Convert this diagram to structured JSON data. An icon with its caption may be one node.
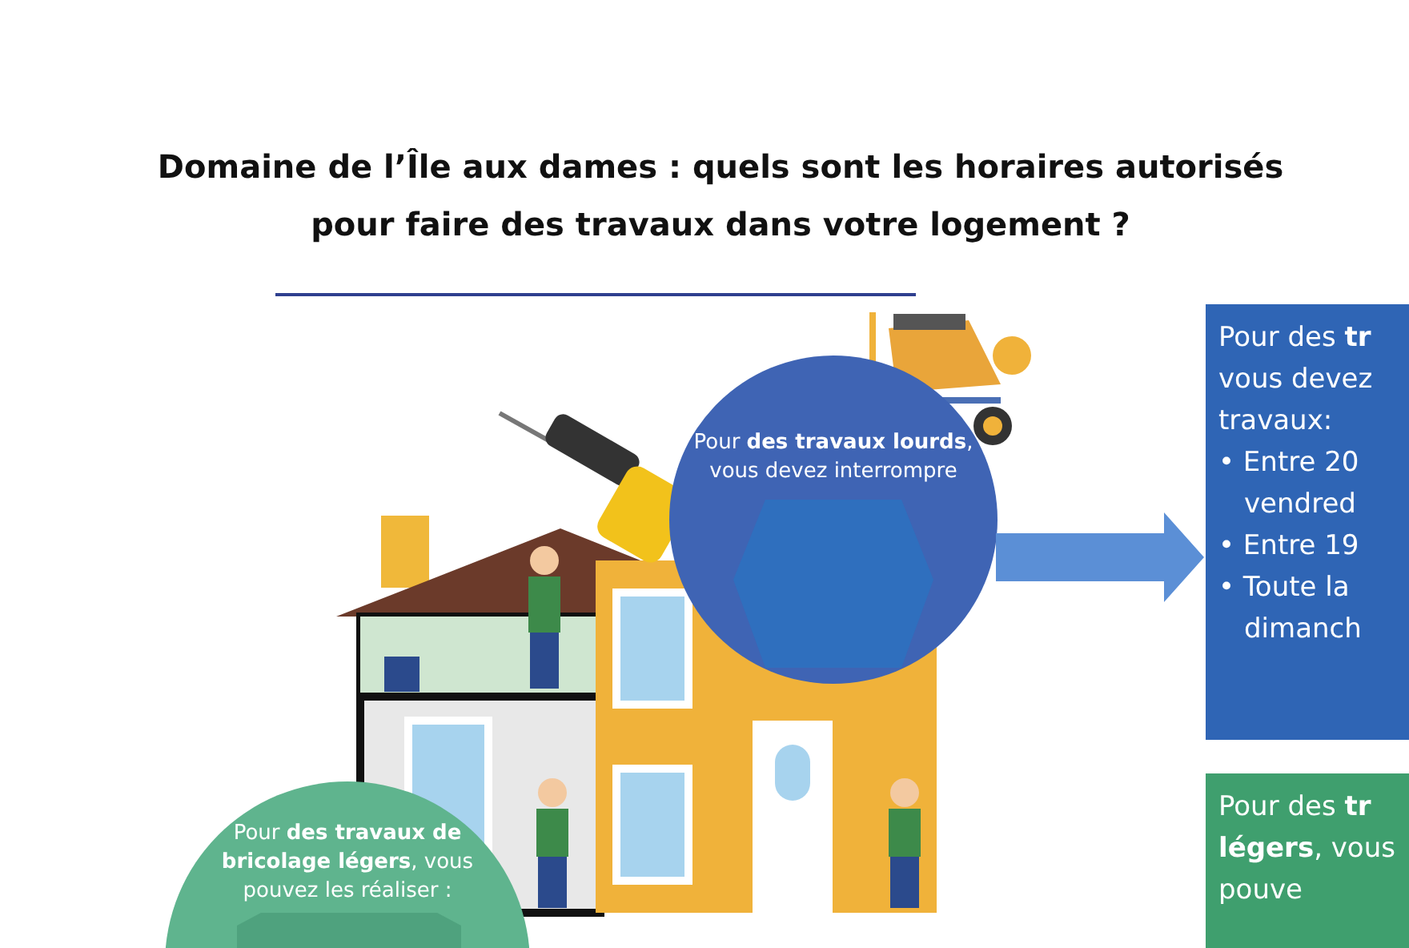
{
  "diagram": {
    "title": "Domaine de l’Île aux dames : quels sont les horaires autorisés pour faire des travaux dans votre logement ?",
    "nodes": [
      {
        "text": [
          "Pour **des travaux lourds**, vous devez interrompre"
        ]
      },
      {
        "text": [
          "Pour des **tr** vous devez travaux:",
          "• Entre 20 vendred",
          "• Entre 19",
          "• Toute la dimanch"
        ]
      },
      {
        "text": [
          "Pour **des travaux de bricolage légers**, vous pouvez les réaliser :"
        ]
      },
      {
        "text": [
          "Pour des **tr** **légers**, vous pouve"
        ]
      }
    ],
    "edges": [
      {
        "from": 0,
        "to": 1,
        "arrow": "to"
      }
    ]
  }
}
